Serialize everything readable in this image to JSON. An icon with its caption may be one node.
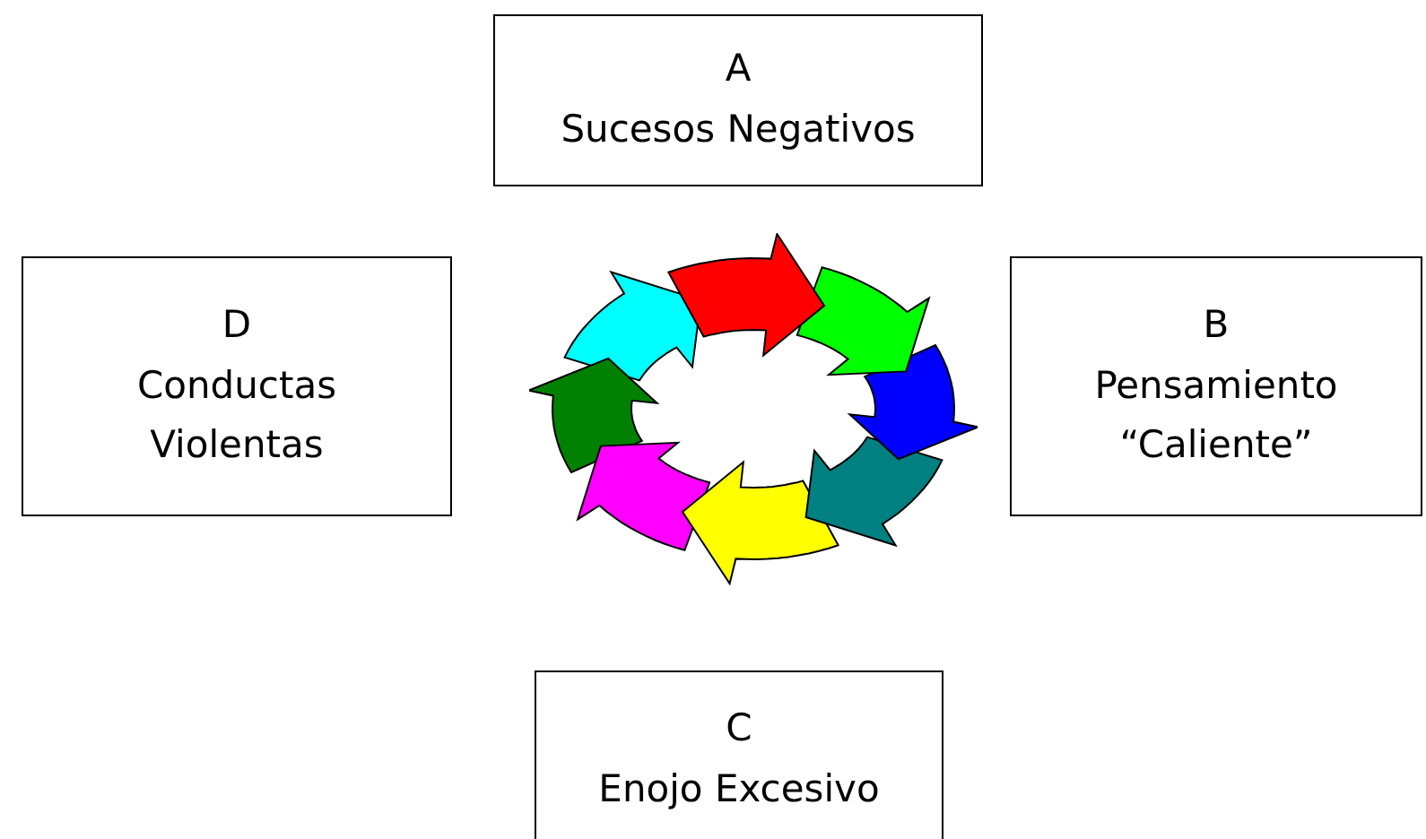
{
  "diagram": {
    "nodes": [
      {
        "text": [
          "A",
          "Sucesos Negativos"
        ]
      },
      {
        "text": [
          "D",
          "Conductas Violentas"
        ]
      },
      {
        "text": [
          "B",
          "Pensamiento “Caliente”"
        ]
      },
      {
        "text": [],
        "shape": "picture"
      },
      {
        "text": [
          "C",
          "Enojo Excesivo"
        ]
      }
    ]
  }
}
